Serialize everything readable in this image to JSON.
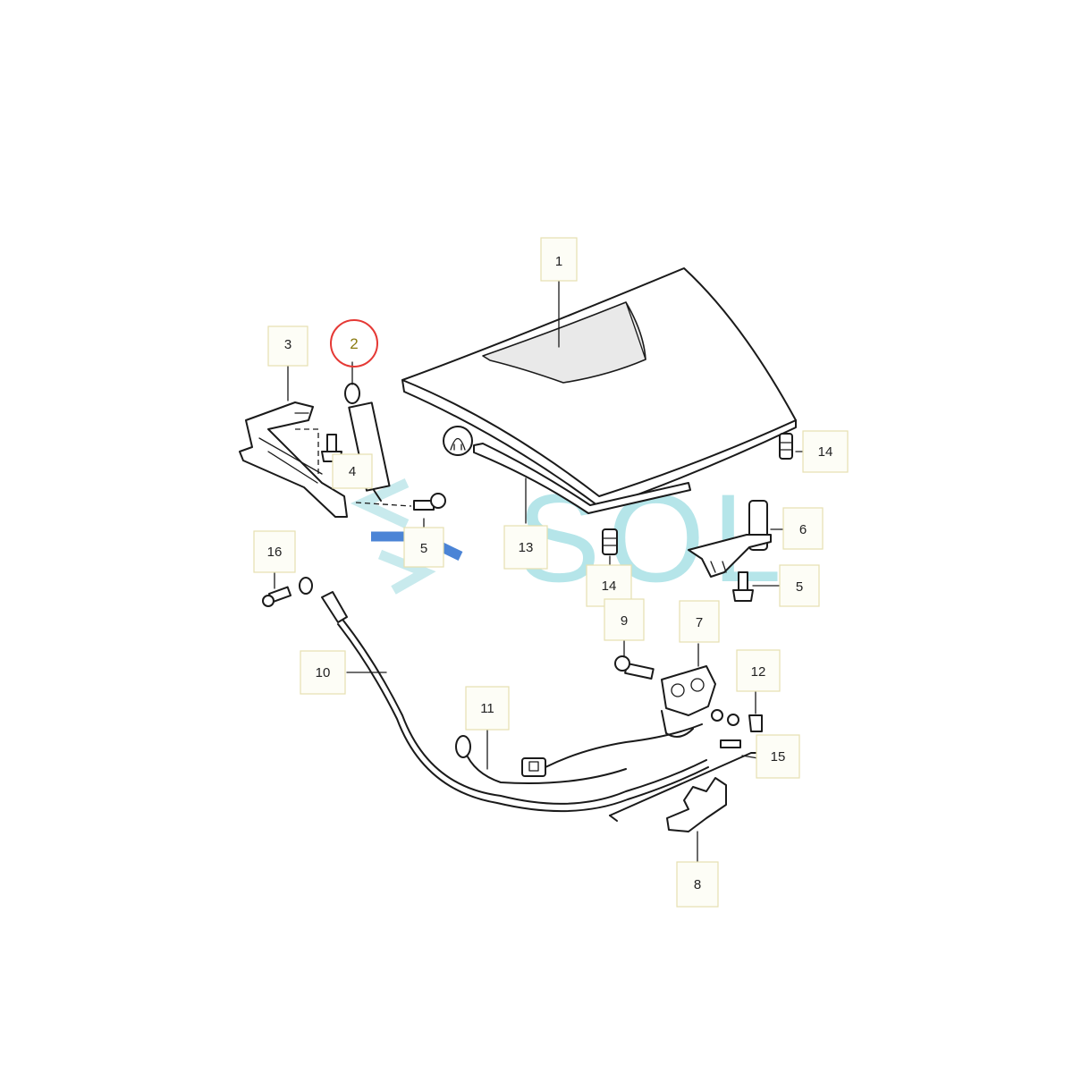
{
  "labels": {
    "p1": "1",
    "p2": "2",
    "p3": "3",
    "p4": "4",
    "p5a": "5",
    "p5b": "5",
    "p6": "6",
    "p7": "7",
    "p8": "8",
    "p9": "9",
    "p10": "10",
    "p11": "11",
    "p12": "12",
    "p13": "13",
    "p14a": "14",
    "p14b": "14",
    "p15": "15",
    "p16": "16"
  },
  "highlight": {
    "part": "2",
    "ring_color": "#e53935",
    "text_color": "#8a7a10"
  },
  "watermark": {
    "text": "SOL",
    "color": "#9fdde3",
    "accent": "#2c6fcf"
  }
}
